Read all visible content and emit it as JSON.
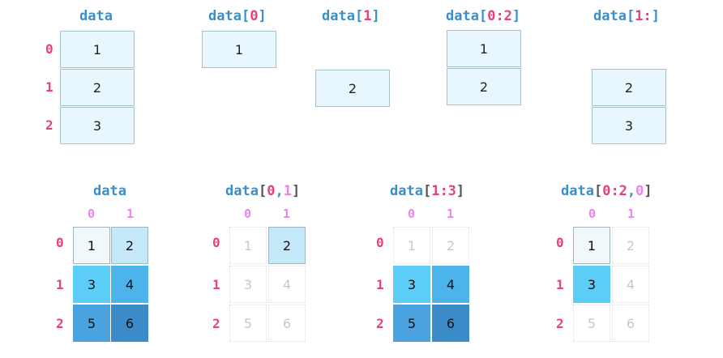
{
  "top": {
    "panels": [
      {
        "prefix": "data",
        "open": "",
        "index": "",
        "close": "",
        "cells": [
          "1",
          "2",
          "3"
        ]
      },
      {
        "prefix": "data",
        "open": "[",
        "index": "0",
        "close": "]",
        "cells": [
          "1"
        ]
      },
      {
        "prefix": "data",
        "open": "[",
        "index": "1",
        "close": "]",
        "cells": [
          "2"
        ]
      },
      {
        "prefix": "data",
        "open": "[",
        "index": "0:2",
        "close": "]",
        "cells": [
          "1",
          "2"
        ]
      },
      {
        "prefix": "data",
        "open": "[",
        "index": "1:",
        "close": "]",
        "cells": [
          "2",
          "3"
        ]
      }
    ],
    "row_indices": [
      "0",
      "1",
      "2"
    ]
  },
  "bottom": {
    "panels": [
      {
        "prefix": "data",
        "parts": [],
        "values": [
          "1",
          "2",
          "3",
          "4",
          "5",
          "6"
        ]
      },
      {
        "prefix": "data",
        "parts": [
          "0",
          ",",
          "1"
        ],
        "values": [
          "1",
          "2",
          "3",
          "4",
          "5",
          "6"
        ]
      },
      {
        "prefix": "data",
        "parts": [
          "1:3"
        ],
        "values": [
          "1",
          "2",
          "3",
          "4",
          "5",
          "6"
        ]
      },
      {
        "prefix": "data",
        "parts": [
          "0:2",
          ",",
          "0"
        ],
        "values": [
          "1",
          "2",
          "3",
          "4",
          "5",
          "6"
        ]
      }
    ],
    "row_indices": [
      "0",
      "1",
      "2"
    ],
    "col_indices": [
      "0",
      "1"
    ]
  },
  "colors": {
    "title": "#3b8fc9",
    "index": "#e6417a",
    "col_index": "#ee82ee",
    "cell_light": "#e8f6fd",
    "shade_1": "#f0f8fc",
    "shade_2": "#c3e8f8",
    "shade_3": "#5ccdf6",
    "shade_4": "#4cb4eb",
    "shade_5": "#4aa2df",
    "shade_6": "#3b8bc9"
  }
}
